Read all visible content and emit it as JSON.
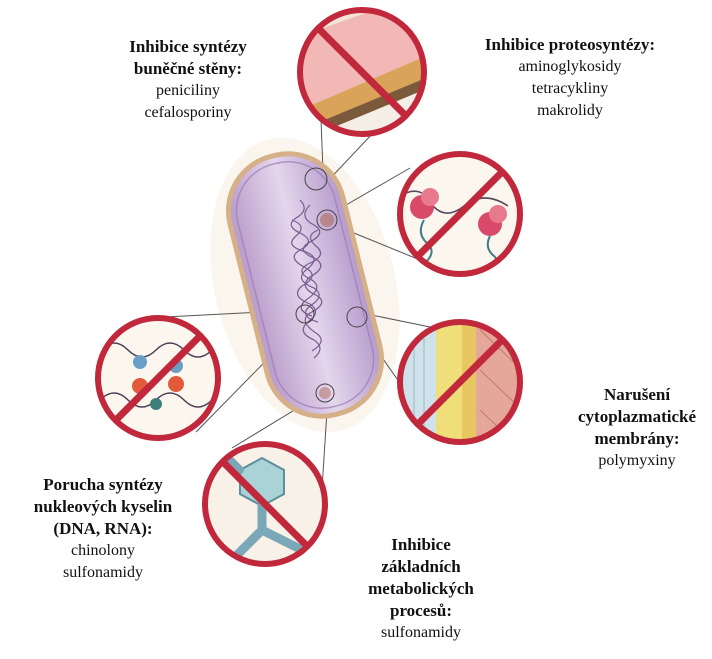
{
  "diagram": {
    "center": "bacterial-cell",
    "mechanisms": [
      {
        "id": "cell-wall",
        "title_lines": [
          "Inhibice syntézy",
          "buněčné stěny:"
        ],
        "drugs": [
          "peniciliny",
          "cefalosporiny"
        ]
      },
      {
        "id": "protein-synthesis",
        "title_lines": [
          "Inhibice proteosyntézy:"
        ],
        "drugs": [
          "aminoglykosidy",
          "tetracykliny",
          "makrolidy"
        ]
      },
      {
        "id": "membrane",
        "title_lines": [
          "Narušení",
          "cytoplazmatické",
          "membrány:"
        ],
        "drugs": [
          "polymyxiny"
        ]
      },
      {
        "id": "metabolic",
        "title_lines": [
          "Inhibice",
          "základních",
          "metabolických",
          "procesů:"
        ],
        "drugs": [
          "sulfonamidy"
        ]
      },
      {
        "id": "nucleic-acid",
        "title_lines": [
          "Porucha syntézy",
          "nukleových kyselin",
          "(DNA, RNA):"
        ],
        "drugs": [
          "chinolony",
          "sulfonamidy"
        ]
      }
    ]
  },
  "colors": {
    "prohibit": "#c1283c",
    "cell_fill": "#cdb7d8",
    "cell_outline": "#d9b38a",
    "nucleoid": "#6f4e85"
  }
}
